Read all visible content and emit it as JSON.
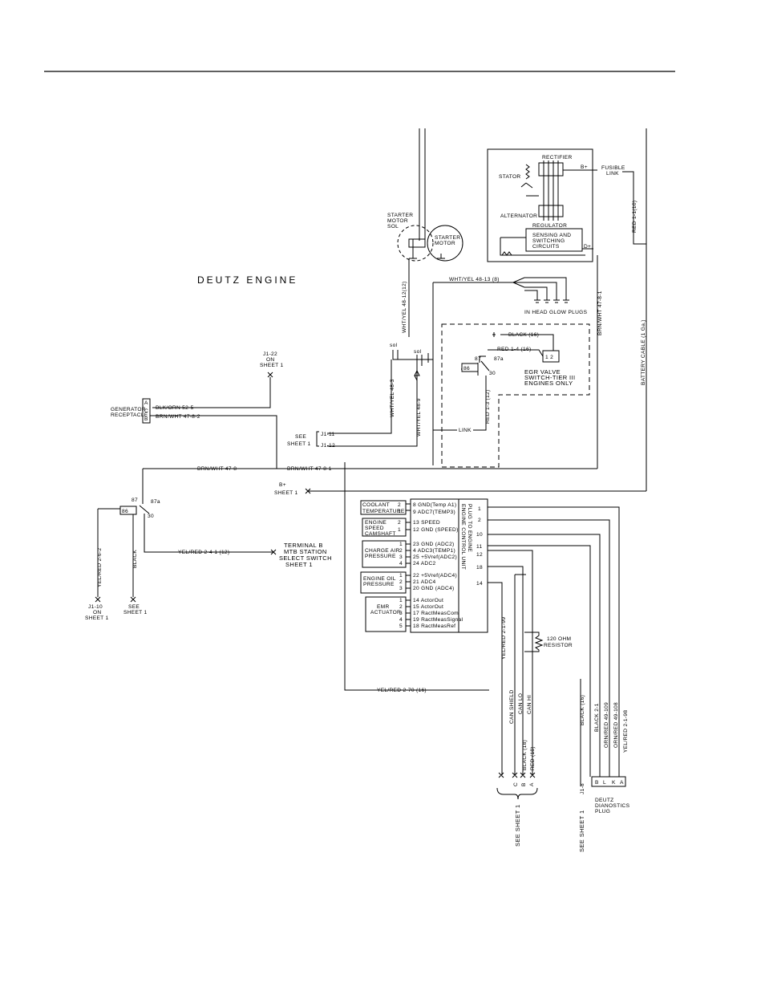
{
  "title": "DEUTZ ENGINE",
  "alternator": {
    "rectifier": "RECTIFIER",
    "stator": "STATOR",
    "alternator": "ALTERNATOR",
    "regulator": "REGULATOR",
    "sensing1": "SENSING AND",
    "sensing2": "SWITCHING",
    "sensing3": "CIRCUITS",
    "b_plus": "B+",
    "d_plus": "D+"
  },
  "fusible_link": {
    "line1": "FUSIBLE",
    "line2": "LINK"
  },
  "starter": {
    "sol1": "STARTER",
    "sol2": "MOTOR",
    "sol3": "SOL",
    "motor1": "STARTER",
    "motor2": "MOTOR"
  },
  "glow_plugs": "IN HEAD GLOW PLUGS",
  "egr": {
    "line1": "EGR VALVE",
    "line2": "SWITCH-TIER III",
    "line3": "ENGINES ONLY",
    "pins": "1 2"
  },
  "relays": {
    "sol1": "sol",
    "sol2": "sol",
    "pin87": "87",
    "pin87a": "87a",
    "pin30": "30",
    "pin86": "86"
  },
  "generator": {
    "line1": "GENERATOR",
    "line2": "RECEPTACLE",
    "pins": [
      "A",
      "C",
      "B"
    ]
  },
  "wires": {
    "red_1_1": "RED 1-1(10)",
    "battery_cable": "BATTERY CABLE (1 Ga.)",
    "brn_wht_47_8_1_vert": "BRN/WHT 47-8-1",
    "wht_yel_48_13": "WHT/YEL 48-13 (8)",
    "wht_yel_48_12": "WHT/YEL 48-12(12)",
    "black_16": "BLACK (16)",
    "red_1_4": "RED 1-4 (16)",
    "red_1_3": "RED 1-3 (12)",
    "link": "LINK",
    "wht_yel_48_3": "WHT/YEL 48-3",
    "wht_yel_48_9": "WHT/YEL 48-9",
    "blk_orn_52_5": "BLK/ORN 52-5",
    "brn_wht_47_8_2": "BRN/WHT 47-8-2",
    "brn_wht_47_8": "BRN/WHT 47-8",
    "brn_wht_47_8_1": "BRN/WHT 47-8-1",
    "yel_red_2_4_1": "YEL/RED 2-4-1 (12)",
    "yel_red_2_6_2": "YEL/RED 2-6-2",
    "black": "BLACK",
    "yel_red_2_70": "YEL/RED 2-70 (16)",
    "yel_red_2_1_99": "YEL/RED 2-1-99",
    "can_shield": "CAN SHIELD",
    "can_lo": "CAN LO",
    "can_hi": "CAN HI",
    "black_18": "BLACK (18)",
    "red_18": "RED (18)",
    "black_right": "BLACK (16)",
    "black_2_1": "BLACK 2-1",
    "orn_red_49_109": "ORN/RED 49-109",
    "orn_red_49_108": "ORN/RED 49-108",
    "yel_red_2_1_98": "YEL/RED 2-1-98"
  },
  "refs": {
    "j1_22": "J1-22",
    "on": "ON",
    "sheet1": "SHEET 1",
    "see": "SEE",
    "j1_11": "J1-11",
    "j1_12": "J1-12",
    "b_plus": "B+",
    "terminal_b1": "TERMINAL B",
    "terminal_b2": "MTB STATION",
    "terminal_b3": "SELECT SWITCH",
    "j1_10": "J1-10",
    "see_sheet_1": "SEE SHEET 1",
    "j1_8": "J1-8",
    "resistor1": "120 OHM",
    "resistor2": "RESISTOR"
  },
  "sensors": {
    "coolant": {
      "l1": "COOLANT",
      "l2": "TEMPERATURE",
      "pins": [
        "2",
        "1"
      ]
    },
    "speed": {
      "l1": "ENGINE",
      "l2": "SPEED",
      "l3": "CAMSHAFT",
      "pins": [
        "2",
        "1"
      ]
    },
    "charge": {
      "l1": "CHARGE AIR",
      "l2": "PRESSURE",
      "pins": [
        "1",
        "2",
        "3",
        "4"
      ]
    },
    "oil": {
      "l1": "ENGINE OIL",
      "l2": "PRESSURE",
      "pins": [
        "1",
        "2",
        "3"
      ]
    },
    "emr": {
      "l1": "EMR",
      "l2": "ACTUATOR",
      "pins": [
        "1",
        "2",
        "3",
        "4",
        "5"
      ]
    }
  },
  "ecu": {
    "label1": "ENGINE CONTROL UNIT",
    "label2": "PLUG TO ENGINE",
    "pins": [
      "8 GND(Temp A1)",
      "9 ADC7(TEMP3)",
      "13 SPEED",
      "12 GND (SPEED)",
      "23 GND (ADC2)",
      "4 ADC3(TEMP1)",
      "25 +5Vref(ADC2)",
      "24 ADC2",
      "22 +5Vref(ADC4)",
      "21 ADC4",
      "20 GND (ADC4)",
      "14 ActorOut",
      "15 ActorOut",
      "17 RactMeasCom",
      "19 RactMeasSignal",
      "18 RactMeasRef"
    ],
    "out_pins": [
      "1",
      "2",
      "10",
      "11",
      "12",
      "18",
      "14"
    ]
  },
  "connectors": {
    "can_plug": [
      "C",
      "B",
      "A"
    ],
    "diag_plug": [
      "B",
      "L",
      "K",
      "A"
    ],
    "diag_label1": "DEUTZ",
    "diag_label2": "DIANOSTICS",
    "diag_label3": "PLUG"
  }
}
